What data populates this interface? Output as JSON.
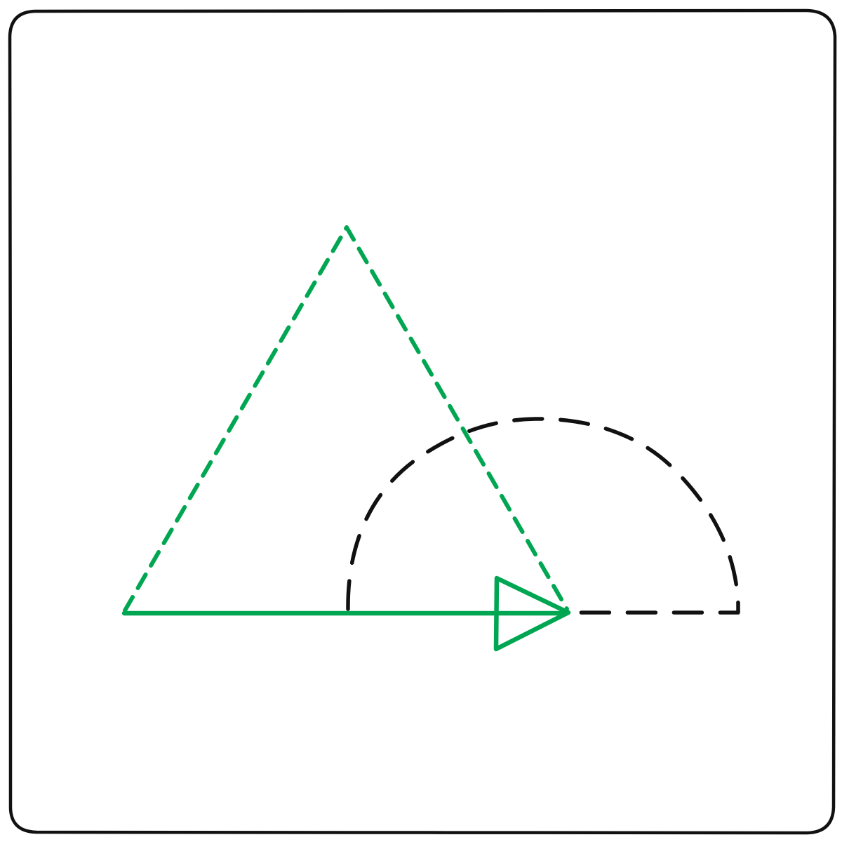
{
  "colors": {
    "frame": "#111111",
    "green": "#00a651",
    "black": "#111111",
    "background": "#ffffff"
  },
  "diagram": {
    "elements": [
      {
        "name": "frame",
        "style": "solid",
        "color": "frame"
      },
      {
        "name": "dashed-triangle",
        "style": "dashed",
        "color": "green"
      },
      {
        "name": "dashed-semicircle",
        "style": "dashed",
        "color": "black"
      },
      {
        "name": "arrow",
        "style": "solid",
        "color": "green",
        "head": "open-triangle"
      }
    ]
  }
}
